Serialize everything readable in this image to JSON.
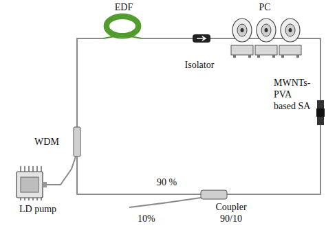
{
  "diagram": {
    "nodes": [
      {
        "text": [
          "EDF"
        ]
      },
      {
        "text": [
          "Isolator"
        ]
      },
      {
        "text": [
          "PC"
        ]
      },
      {
        "text": [
          "MWNTs- PVA based SA"
        ]
      },
      {
        "text": [
          "Coupler 90/10"
        ]
      },
      {
        "text": [
          "WDM"
        ]
      },
      {
        "text": [
          "LD pump"
        ]
      }
    ],
    "edges": [
      {
        "from": 5,
        "to": 0,
        "arrow": "none"
      },
      {
        "from": 0,
        "to": 1,
        "arrow": "none"
      },
      {
        "from": 1,
        "to": 2,
        "arrow": "none"
      },
      {
        "from": 2,
        "to": 3,
        "arrow": "none"
      },
      {
        "from": 3,
        "to": 4,
        "arrow": "none"
      },
      {
        "from": 4,
        "to": 5,
        "label": "90 %",
        "arrow": "none"
      },
      {
        "from": 6,
        "to": 5,
        "arrow": "none"
      }
    ],
    "labels": [
      "10%"
    ]
  }
}
